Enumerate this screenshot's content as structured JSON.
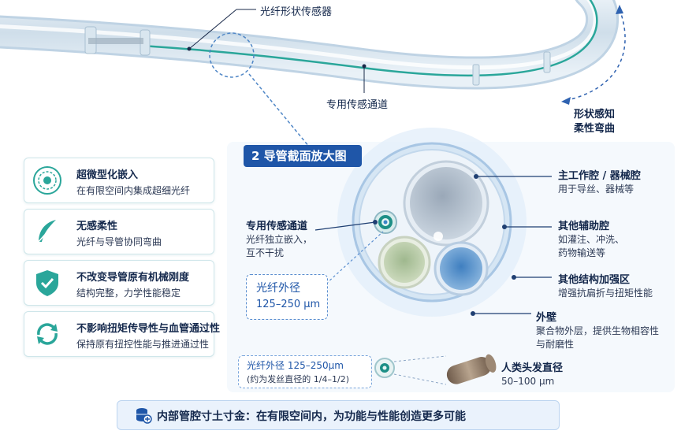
{
  "top": {
    "sensor_label": "光纤形状传感器",
    "channel_label": "专用传感通道",
    "bend_label_1": "形状感知",
    "bend_label_2": "柔性弯曲"
  },
  "features": [
    {
      "icon": "layered-circle-icon",
      "title": "超微型化嵌入",
      "desc": "在有限空间内集成超细光纤"
    },
    {
      "icon": "feather-icon",
      "title": "无感柔性",
      "desc": "光纤与导管协同弯曲"
    },
    {
      "icon": "shield-check-icon",
      "title": "不改变导管原有机械刚度",
      "desc": "结构完整，力学性能稳定"
    },
    {
      "icon": "cycle-arrows-icon",
      "title": "不影响扭矩传导性与血管通过性",
      "desc": "保持原有扭控性能与推进通过性"
    }
  ],
  "section": {
    "number": "2",
    "title": "导管截面放大图"
  },
  "callouts": {
    "main_lumen_title": "主工作腔 / 器械腔",
    "main_lumen_desc": "用于导丝、器械等",
    "aux_lumen_title": "其他辅助腔",
    "aux_lumen_desc_1": "如灌注、冲洗、",
    "aux_lumen_desc_2": "药物输送等",
    "reinforce_title": "其他结构加强区",
    "reinforce_desc": "增强抗扁折与扭矩性能",
    "wall_title": "外壁",
    "wall_desc_1": "聚合物外层，提供生物相容性",
    "wall_desc_2": "与耐磨性",
    "channel_title": "专用传感通道",
    "channel_desc_1": "光纤独立嵌入，",
    "channel_desc_2": "互不干扰"
  },
  "fiber_od": {
    "label": "光纤外径",
    "value": "125–250 μm"
  },
  "comparison": {
    "fiber_line": "光纤外径  125–250μm",
    "fiber_note": "(约为发丝直径的 1/4–1/2)",
    "hair_label": "人类头发直径",
    "hair_value": "50–100 μm"
  },
  "banner": {
    "text": "内部管腔寸土寸金：在有限空间内，为功能与性能创造更多可能"
  },
  "colors": {
    "accent": "#1f56a8",
    "teal": "#2aa69a",
    "catheter": "#c9dcea"
  }
}
